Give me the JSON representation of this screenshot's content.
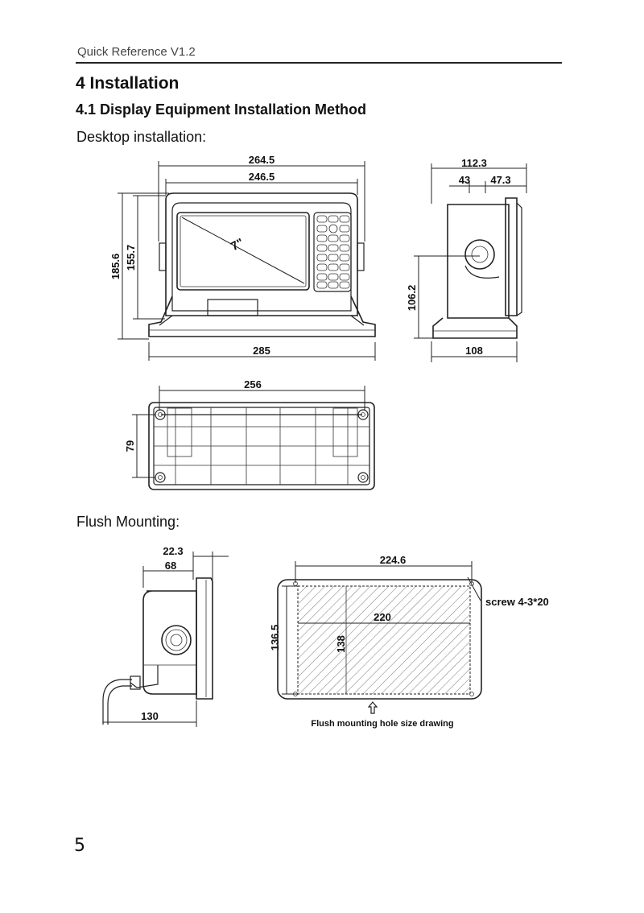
{
  "header": {
    "running_title": "Quick Reference V1.2"
  },
  "section": {
    "number_title": "4  Installation",
    "subsection_title": "4.1 Display Equipment Installation Method"
  },
  "desktop": {
    "heading": "Desktop installation:",
    "dims": {
      "width_outer": "264.5",
      "width_inner": "246.5",
      "height_outer": "185.6",
      "height_inner": "155.7",
      "base_width": "285",
      "screen_diag": "7\"",
      "depth_total": "112.3",
      "depth_a": "43",
      "depth_b": "47.3",
      "pivot_height": "106.2",
      "base_depth": "108",
      "bracket_width": "256",
      "bracket_depth": "79"
    }
  },
  "flush": {
    "heading": "Flush Mounting:",
    "dims": {
      "bezel_depth": "22.3",
      "body_depth": "68",
      "cable_clearance": "130",
      "panel_width": "224.6",
      "hole_width": "220",
      "panel_height": "136.5",
      "hole_height": "138",
      "screw": "screw 4-3*20"
    },
    "caption": "Flush mounting hole size drawing"
  },
  "page_number": "5"
}
